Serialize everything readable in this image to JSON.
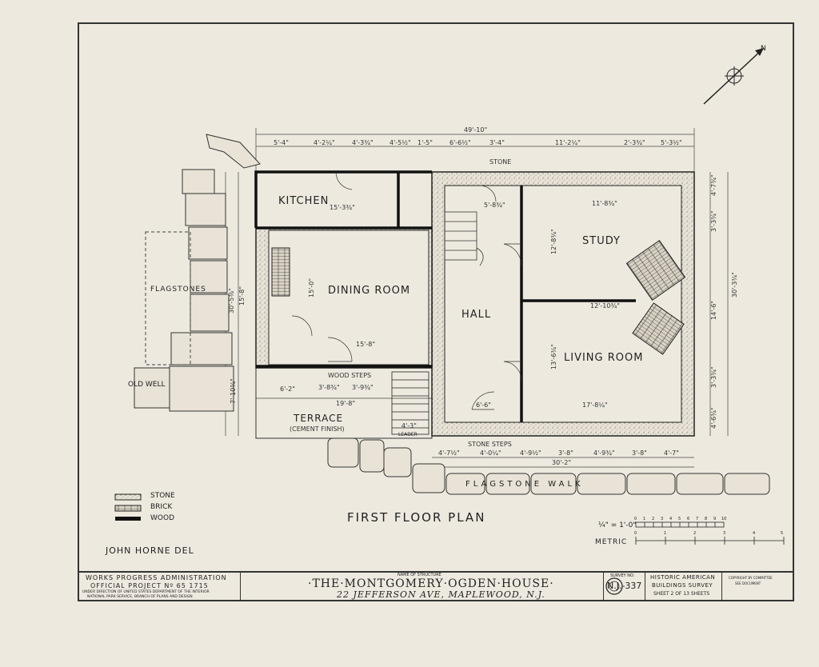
{
  "rooms": {
    "kitchen": "KITCHEN",
    "dining_room": "DINING ROOM",
    "hall": "HALL",
    "study": "STUDY",
    "living_room": "LIVING ROOM",
    "terrace": "TERRACE",
    "terrace_note": "(CEMENT FINISH)",
    "flagstones": "FLAGSTONES",
    "old_well": "OLD WELL",
    "flagstone_walk": "FLAGSTONE WALK",
    "stone_steps": "STONE STEPS",
    "wood_steps": "WOOD STEPS",
    "stone_top": "STONE",
    "leader": "LEADER"
  },
  "dimensions": {
    "overall_width": "49'-10\"",
    "top_segments": [
      "5'-4\"",
      "4'-2¼\"",
      "4'-3¾\"",
      "4'-5½\"",
      "1'-5\"",
      "6'-6½\"",
      "3'-4\"",
      "11'-2¼\"",
      "2'-3¾\"",
      "5'-3½\""
    ],
    "bottom_overall": "30'-2\"",
    "bottom_segments": [
      "4'-7½\"",
      "4'-0¼\"",
      "4'-9½\"",
      "3'-8\"",
      "4'-9¾\"",
      "3'-8\"",
      "4'-7\""
    ],
    "right_overall": "30'-3¾\"",
    "right_segments": [
      "4'-7¾\"",
      "3'-3¾\"",
      "14'-6\"",
      "3'-3¾\"",
      "4'-6¾\""
    ],
    "terrace_width": "19'-8\"",
    "left_height": "30'-5⅜\"",
    "left_segment": "15'-8\"",
    "left_bottom": "7'-10¾\"",
    "kitchen_width": "15'-3¾\"",
    "hall_kitchen": "5'-8¾\"",
    "study_width": "11'-8¾\"",
    "study_height": "12'-8¾\"",
    "living_width": "12'-10¾\"",
    "living_length": "17'-8¼\"",
    "living_height": "13'-6¾\"",
    "dining_width": "15'-8\"",
    "dining_height": "15'-0\"",
    "terrace_seg": "6'-2\"",
    "terrace_seg2": "3'-8¾\"",
    "terrace_seg3": "3'-9¾\"",
    "hall_width": "6'-6\"",
    "leader_width": "4'-3\""
  },
  "legend": {
    "stone": "STONE",
    "brick": "BRICK",
    "wood": "WOOD"
  },
  "plan_title": "FIRST FLOOR PLAN",
  "scale": {
    "imperial": "¼\" = 1'-0\"",
    "metric": "METRIC",
    "imperial_ticks": [
      "0",
      "1",
      "2",
      "3",
      "4",
      "5",
      "6",
      "7",
      "8",
      "9",
      "10"
    ],
    "metric_ticks": [
      "0",
      "1",
      "2",
      "3",
      "4",
      "5"
    ]
  },
  "delineator": "JOHN HORNE DEL",
  "title_block": {
    "agency_line1": "WORKS PROGRESS ADMINISTRATION",
    "agency_line2": "OFFICIAL PROJECT Nº 65 1715",
    "agency_line3": "UNDER DIRECTION OF UNITED STATES DEPARTMENT OF THE INTERIOR",
    "agency_line4": "NATIONAL PARK SERVICE, BRANCH OF PLANS AND DESIGN",
    "name_caption": "NAME OF STRUCTURE",
    "structure_name": "·THE·MONTGOMERY·OGDEN·HOUSE·",
    "address": "22 JEFFERSON AVE, MAPLEWOOD, N.J.",
    "survey_caption": "SURVEY NO.",
    "survey_no": "N.J.-337",
    "habs_line1": "HISTORIC AMERICAN",
    "habs_line2": "BUILDINGS SURVEY",
    "sheet_info": "SHEET 2 OF 13 SHEETS",
    "copyright_line1": "COPYRIGHT BY COMMITTEE",
    "copyright_line2": "SEE DOCUMENT"
  },
  "north_label": "N",
  "colors": {
    "paper": "#ede9df",
    "ink": "#222222"
  }
}
